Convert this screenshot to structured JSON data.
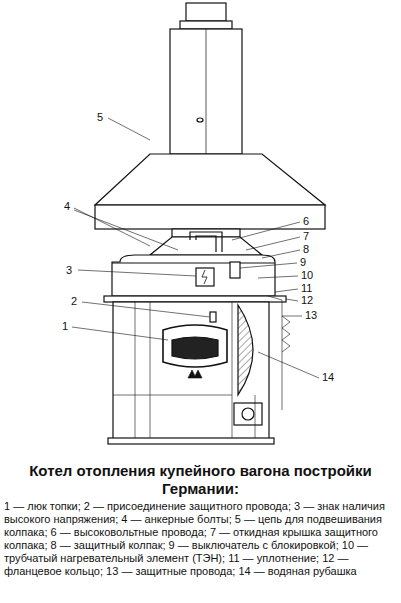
{
  "diagram": {
    "title": "Котел отопления купейного вагона постройки Германии:",
    "caption": "1 — люк топки; 2 — присоединение защитного провода; 3 — знак наличия высокого напряжения; 4 — анкерные болты; 5 — цепь для подвешивания колпака; 6 — высоковольтные провода; 7 — откидная крышка защитного колпака; 8 — защитный колпак; 9 — выключатель с блокировкой; 10 — трубчатый нагревательный элемент (ТЭН); 11 — уплотнение; 12 — фланцевое кольцо; 13 — защитные провода; 14 — водяная рубашка",
    "labels": [
      "5",
      "4",
      "3",
      "2",
      "1",
      "6",
      "7",
      "8",
      "9",
      "10",
      "11",
      "12",
      "13",
      "14"
    ]
  }
}
